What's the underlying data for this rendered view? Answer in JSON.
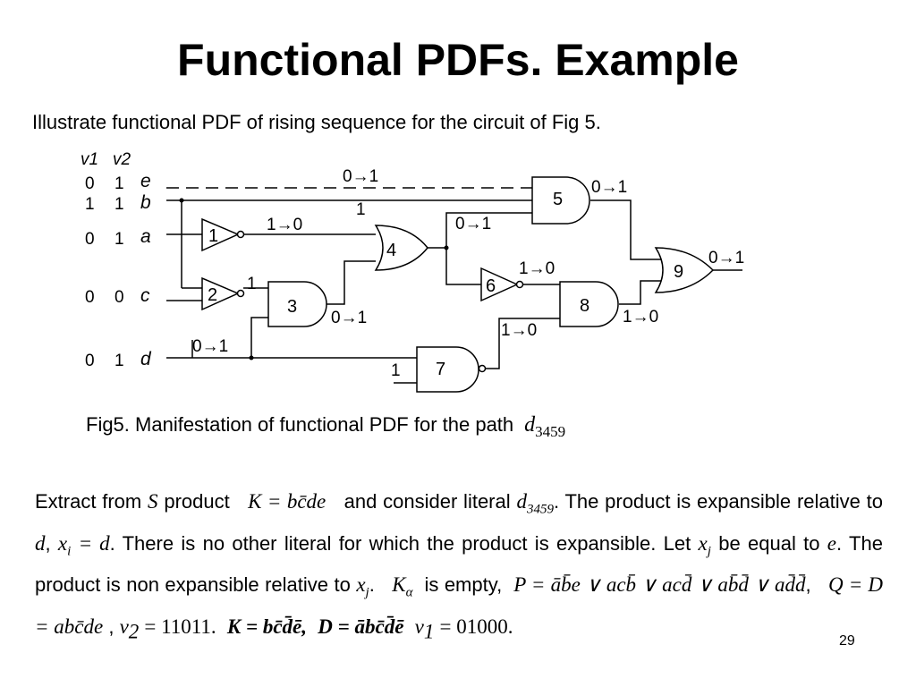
{
  "slide": {
    "title": "Functional PDFs. Example",
    "subtitle": "Illustrate functional PDF of rising sequence for the circuit of Fig 5.",
    "page_number": "29"
  },
  "circuit": {
    "vector_headers": [
      "v1",
      "v2"
    ],
    "inputs": [
      {
        "name": "e",
        "v1": "0",
        "v2": "1"
      },
      {
        "name": "b",
        "v1": "1",
        "v2": "1"
      },
      {
        "name": "a",
        "v1": "0",
        "v2": "1"
      },
      {
        "name": "c",
        "v1": "0",
        "v2": "0"
      },
      {
        "name": "d",
        "v1": "0",
        "v2": "1"
      }
    ],
    "gates": [
      "1",
      "2",
      "3",
      "4",
      "5",
      "6",
      "7",
      "8",
      "9"
    ],
    "signal_labels": {
      "e_line": "0→1",
      "b_to_5": "1",
      "g1_out": "1→0",
      "g2_out": "1",
      "g3_out": "0→1",
      "g4_out": "0→1",
      "g5_out": "0→1",
      "g6_out": "1→0",
      "d_line": "0→1",
      "d_to_7": "1",
      "g7_out": "1→0",
      "g8_out": "1→0",
      "g9_out": "0→1"
    }
  },
  "caption": {
    "text": "Fig5. Manifestation of functional PDF for the path",
    "path_var": "d",
    "path_sub": "3459"
  },
  "body": {
    "p1": "Extract from",
    "s_var": "S",
    "p2": "product",
    "k_eq": "K = bc̄de",
    "p3": "and consider literal",
    "lit": "d",
    "lit_sub": "3459",
    "p4": ". The product is expansible relative to",
    "d1": "d",
    "xi": "x",
    "xi_sub": "i",
    "eq_d": "= d",
    "p5": ". There is no other literal for which the product is expansible. Let",
    "xj": "x",
    "xj_sub": "j",
    "p6": "be equal to",
    "e_var": "e",
    "p7": ". The product is non expansible relative to",
    "xj2": "x",
    "xj2_sub": "j",
    "p8": ".",
    "k_alpha": "K",
    "alpha": "α",
    "p9": "is empty,",
    "p_eq": "P = āb̄e ∨ acb̄ ∨ acd̄ ∨ ab̄d̄ ∨ ad̄d̄",
    "comma1": ",",
    "q_eq": "Q = D = abc̄de",
    "comma2": ",",
    "v2_label": "v",
    "v2_sub": "2",
    "v2_val": "= 11011.",
    "k_bar_eq": "K = bc̄d̄ē,",
    "d_bar_eq": "D = ābc̄d̄ē",
    "v1_label": "v",
    "v1_sub": "1",
    "v1_val": "= 01000."
  }
}
